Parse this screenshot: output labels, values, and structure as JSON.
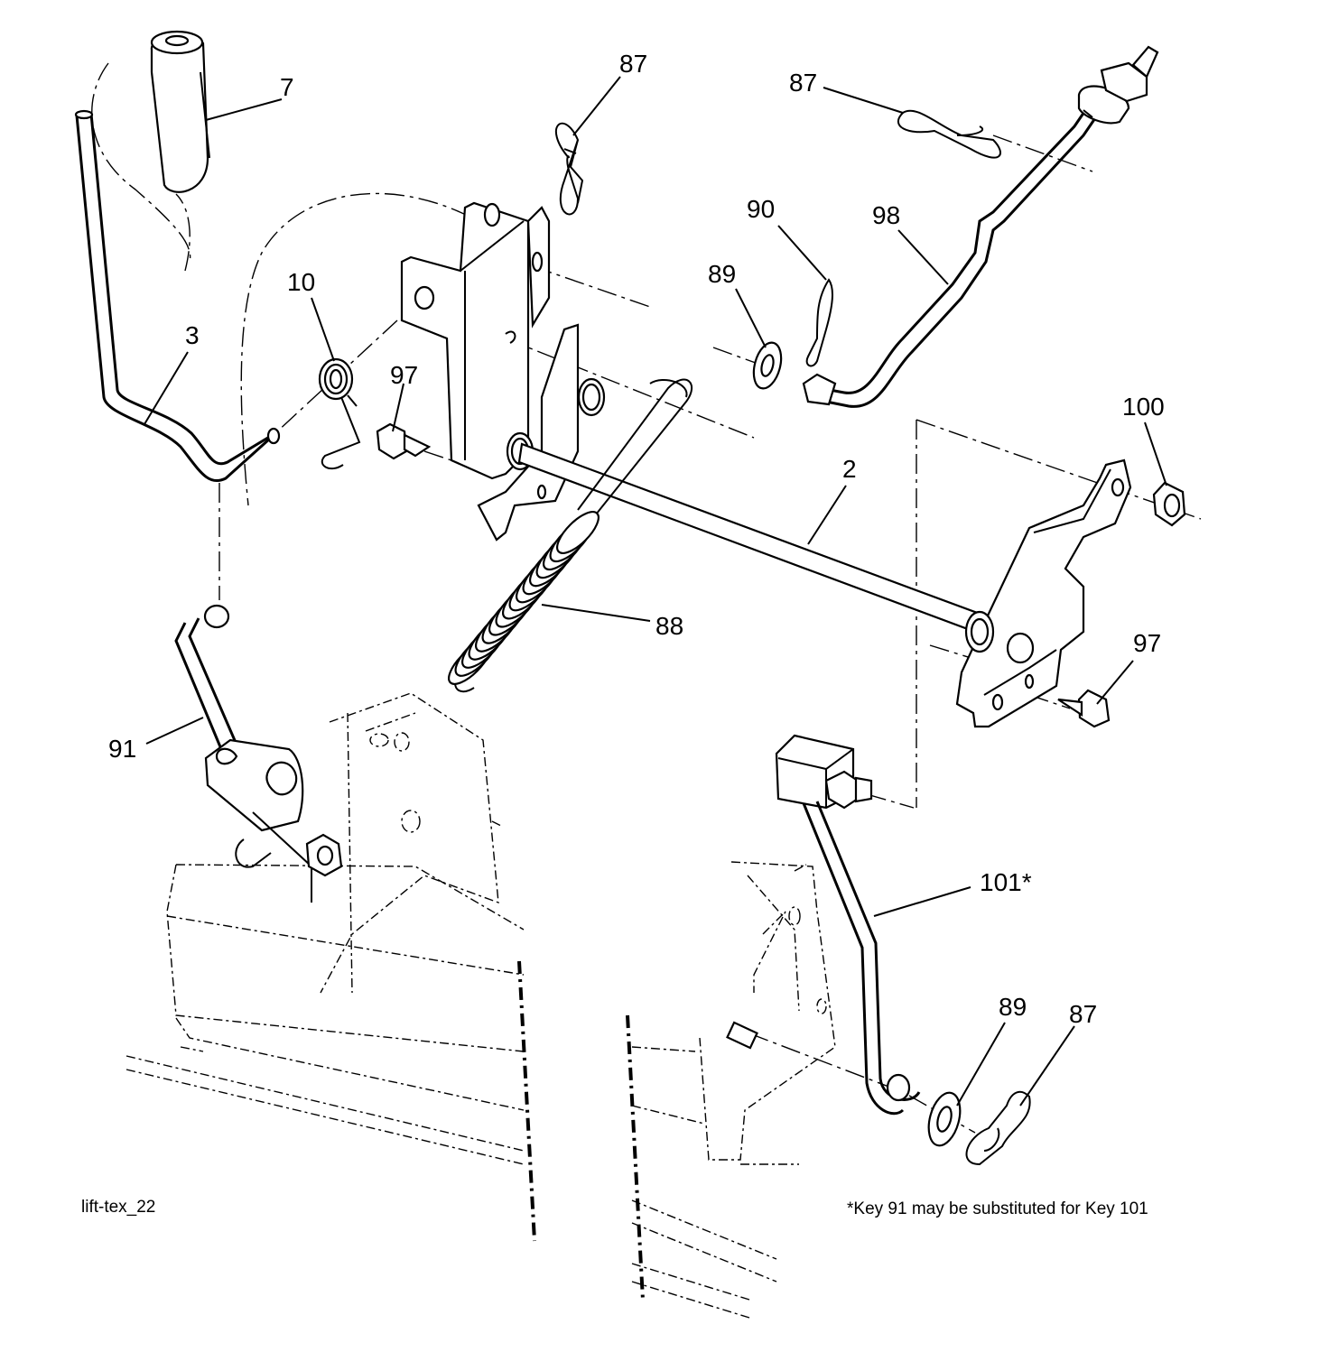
{
  "diagram": {
    "callouts": [
      {
        "key": "7"
      },
      {
        "key": "87"
      },
      {
        "key": "87"
      },
      {
        "key": "10"
      },
      {
        "key": "3"
      },
      {
        "key": "97"
      },
      {
        "key": "90"
      },
      {
        "key": "98"
      },
      {
        "key": "89"
      },
      {
        "key": "100"
      },
      {
        "key": "2"
      },
      {
        "key": "88"
      },
      {
        "key": "97"
      },
      {
        "key": "91"
      },
      {
        "key": "101*"
      },
      {
        "key": "89"
      },
      {
        "key": "87"
      }
    ],
    "drawing_id": "lift-tex_22",
    "footnote": "*Key 91 may be substituted for Key 101"
  }
}
